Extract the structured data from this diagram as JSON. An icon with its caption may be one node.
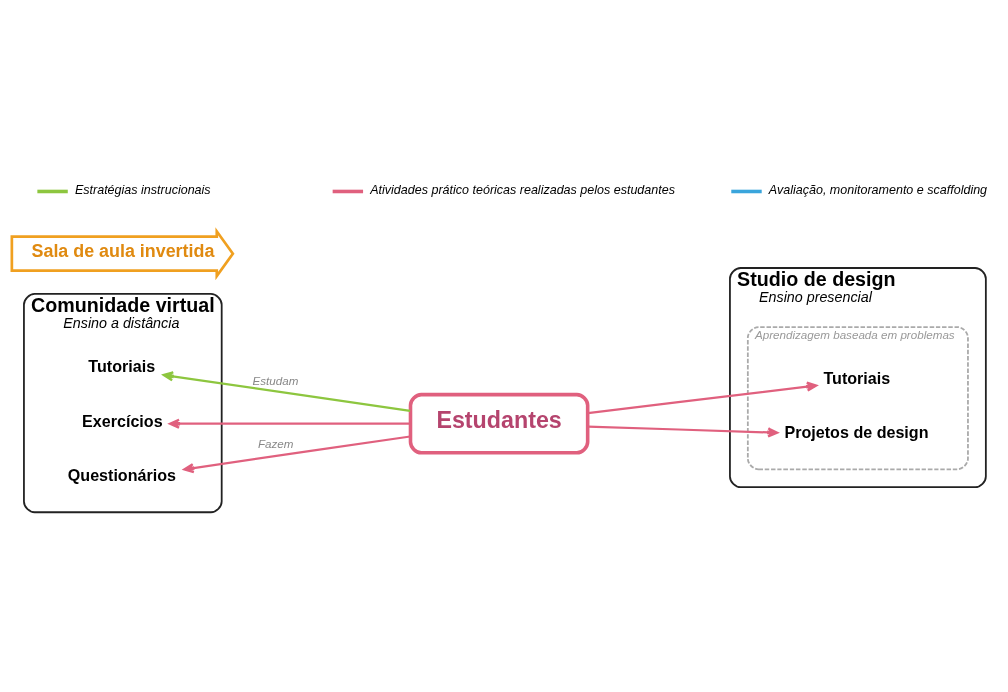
{
  "diagram": {
    "nodes": [
      {
        "text": [
          "Comunidade virtual",
          "Ensino a distância"
        ]
      },
      {
        "text": [
          "Studio de design",
          "Ensino presencial"
        ]
      },
      {
        "text": [
          "Sala de aula invertida"
        ]
      },
      {
        "text": [
          "Tutoriais"
        ],
        "in": 0
      },
      {
        "text": [
          "Exercícios"
        ],
        "in": 0
      },
      {
        "text": [
          "Questionários"
        ],
        "in": 0
      },
      {
        "text": [
          "Estudantes"
        ]
      },
      {
        "text": [
          "Aprendizagem baseada em problemas"
        ],
        "in": 1
      },
      {
        "text": [
          "Tutoriais"
        ],
        "in": 7
      },
      {
        "text": [
          "Projetos de design"
        ],
        "in": 7
      }
    ],
    "edges": [
      {
        "from": 6,
        "to": 3,
        "arrow": "to",
        "label": "Estudam",
        "color": "#8dc63f"
      },
      {
        "from": 6,
        "to": 4,
        "arrow": "to"
      },
      {
        "from": 6,
        "to": 5,
        "arrow": "to",
        "label": "Fazem"
      },
      {
        "from": 6,
        "to": 8,
        "arrow": "to"
      },
      {
        "from": 6,
        "to": 9,
        "arrow": "to"
      }
    ],
    "legend": [
      {
        "text": "Estratégias instrucionais",
        "color": "#8dc63f"
      },
      {
        "text": "Atividades prático teóricas realizadas pelos estudantes",
        "color": "#e0607e"
      },
      {
        "text": "Avaliação, monitoramento e scaffolding",
        "color": "#3aa5dc"
      }
    ]
  }
}
